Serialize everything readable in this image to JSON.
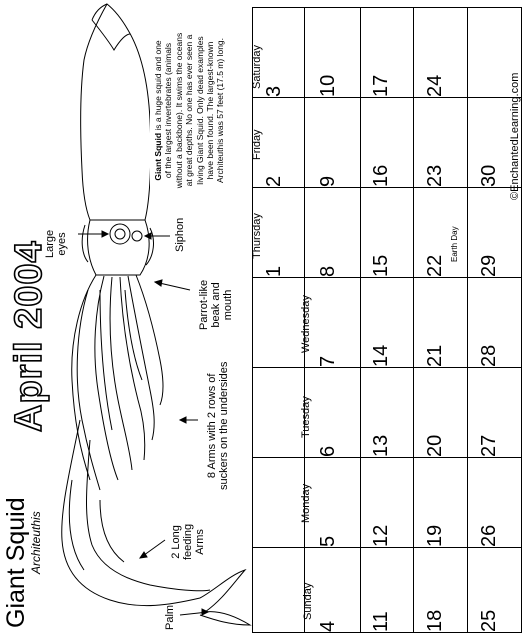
{
  "header": {
    "title_common": "Giant Squid",
    "title_scientific": "Architeuthis",
    "month_title": "April 2004",
    "copyright": "©EnchantedLearning.com"
  },
  "labels": {
    "large_eyes_1": "Large",
    "large_eyes_2": "eyes",
    "siphon": "Siphon",
    "beak_1": "Parrot-like",
    "beak_2": "beak and",
    "beak_3": "mouth",
    "arms_1": "8 Arms with 2 rows of",
    "arms_2": "suckers on the undersides",
    "feeding_1": "2 Long",
    "feeding_2": "feeding",
    "feeding_3": "Arms",
    "palm": "Palm"
  },
  "info_box": {
    "line1_bold": "Giant Squid",
    "line1_rest": " is a huge squid and one",
    "line2": "of the largest invertebrates (animals",
    "line3": "without a backbone). It swims the oceans",
    "line4": "at great depths. No one has ever seen a",
    "line5": "living Giant Squid. Only dead examples",
    "line6": "have been found. The largest-known",
    "line7": "Architeuthis was 57 feet (17.5 m) long."
  },
  "calendar": {
    "days": [
      "Sunday",
      "Monday",
      "Tuesday",
      "Wednesday",
      "Thursday",
      "Friday",
      "Saturday"
    ],
    "weeks": [
      [
        "",
        "",
        "",
        "",
        "1",
        "2",
        "3"
      ],
      [
        "4",
        "5",
        "6",
        "7",
        "8",
        "9",
        "10"
      ],
      [
        "11",
        "12",
        "13",
        "14",
        "15",
        "16",
        "17"
      ],
      [
        "18",
        "19",
        "20",
        "21",
        "22",
        "23",
        "24"
      ],
      [
        "25",
        "26",
        "27",
        "28",
        "29",
        "30",
        ""
      ]
    ],
    "event_earth_day": "Earth Day"
  }
}
